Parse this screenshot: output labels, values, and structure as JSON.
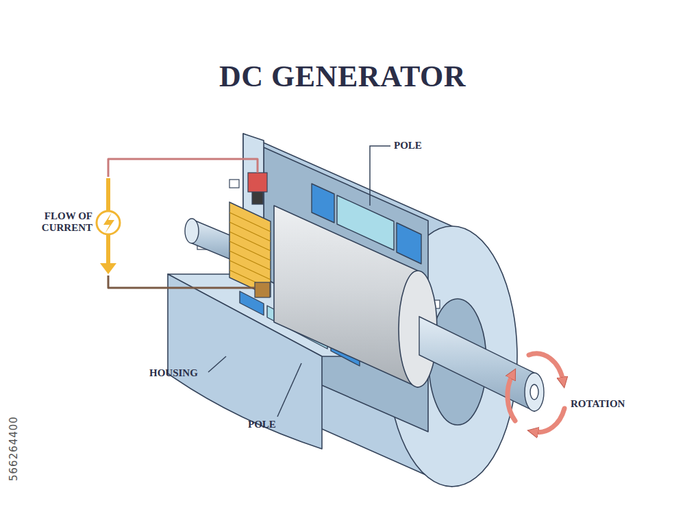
{
  "diagram": {
    "title": "DC GENERATOR",
    "labels": [
      "POLE",
      "FLOW OF CURRENT",
      "HOUSING",
      "POLE",
      "ROTATION",
      "566264400"
    ]
  }
}
